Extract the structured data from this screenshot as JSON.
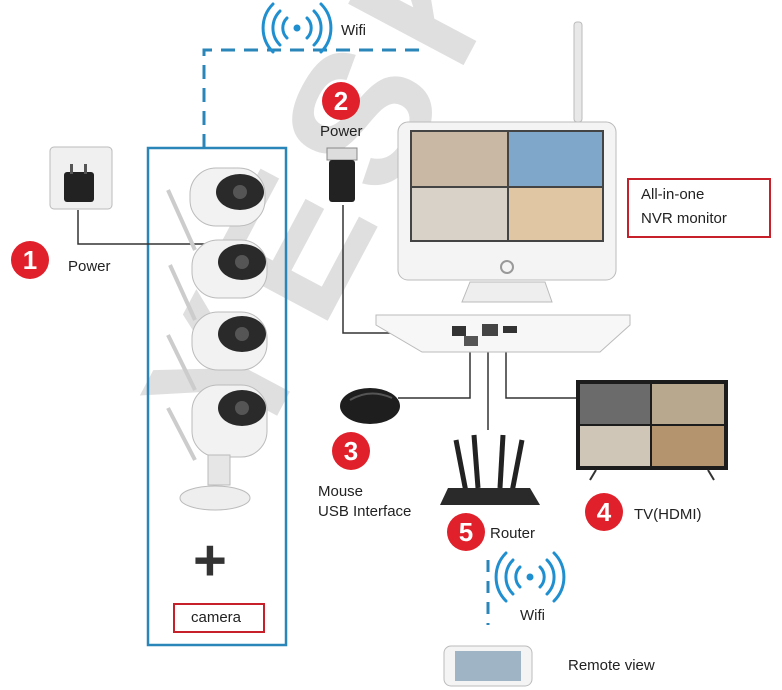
{
  "labels": {
    "wifi_top": "Wifi",
    "power_left": "Power",
    "power_top": "Power",
    "nvr_line1": "All-in-one",
    "nvr_line2": "NVR monitor",
    "mouse_line1": "Mouse",
    "mouse_line2": "USB Interface",
    "router": "Router",
    "tv": "TV(HDMI)",
    "wifi_bottom": "Wifi",
    "remote": "Remote view",
    "camera": "camera",
    "plus": "+"
  },
  "steps": [
    "1",
    "2",
    "3",
    "4",
    "5"
  ],
  "watermark": "YESK",
  "colors": {
    "badge": "#e0202a",
    "frame": "#2a86b8",
    "wifi": "#1f8fd0",
    "dashed": "#2a86b8",
    "cable": "#333333"
  },
  "icons": [
    "wifi-icon",
    "power-plug-icon",
    "power-adapter-icon",
    "camera-icon",
    "nvr-monitor-icon",
    "mouse-icon",
    "router-icon",
    "tv-icon",
    "phone-icon"
  ]
}
